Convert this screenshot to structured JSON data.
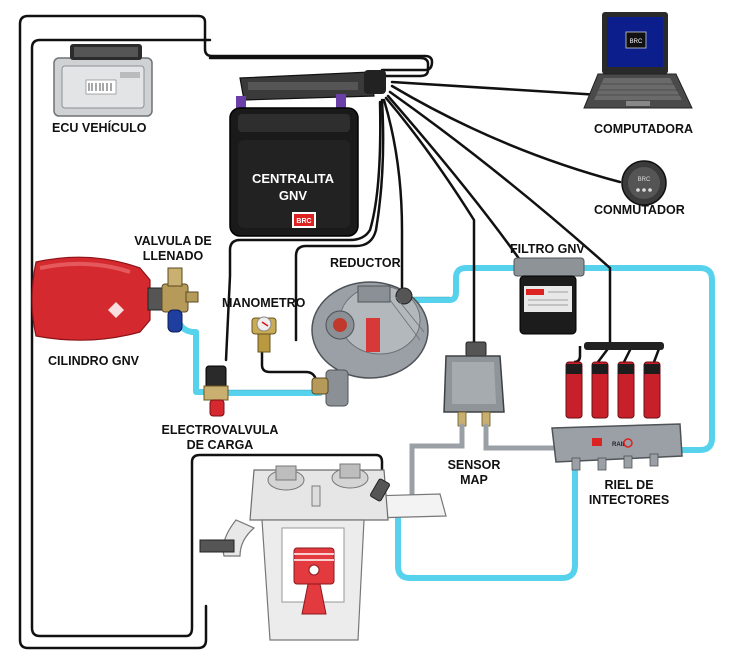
{
  "labels": {
    "ecu": "ECU VEHÍCULO",
    "centralita_line1": "CENTRALITA",
    "centralita_line2": "GNV",
    "computadora": "COMPUTADORA",
    "conmutador": "CONMUTADOR",
    "valvula_line1": "VALVULA DE",
    "valvula_line2": "LLENADO",
    "reductor": "REDUCTOR",
    "filtro": "FILTRO GNV",
    "manometro": "MANOMETRO",
    "cilindro": "CILINDRO GNV",
    "electro_line1": "ELECTROVALVULA",
    "electro_line2": "DE CARGA",
    "sensor_line1": "SENSOR",
    "sensor_line2": "MAP",
    "riel_line1": "RIEL DE",
    "riel_line2": "INTECTORES"
  },
  "brand_marks": {
    "brc": "BRC",
    "rail": "RAIL"
  },
  "colors": {
    "gas_line": "#57d2ec",
    "wire": "#111111",
    "cylinder": "#d42a2f",
    "injector": "#c8202a",
    "aluminum": "#9aa0a6",
    "laptop_screen": "#0b1e8c"
  }
}
